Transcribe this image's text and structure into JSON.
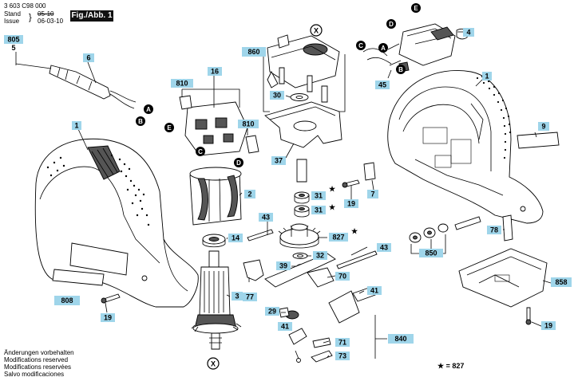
{
  "header": {
    "doc_number": "3 603 C98 000",
    "stand_label": "Stand",
    "issue_label": "Issue",
    "stand_value_old": "05-10",
    "stand_value": "06-03-10",
    "figure_label": "Fig./Abb. 1"
  },
  "footer": {
    "notes": [
      "Änderungen vorbehalten",
      "Modifications reserved",
      "Modifications reservées",
      "Salvo modificaciones"
    ]
  },
  "star_legend": "★ = 827",
  "callout_tags": [
    "805",
    "808",
    "810",
    "810",
    "840",
    "850",
    "858",
    "860"
  ],
  "part_numbers": [
    "1",
    "1",
    "2",
    "3",
    "4",
    "5",
    "6",
    "7",
    "9",
    "14",
    "16",
    "19",
    "19",
    "19",
    "29",
    "30",
    "31",
    "31",
    "32",
    "37",
    "39",
    "41",
    "41",
    "43",
    "43",
    "45",
    "70",
    "71",
    "73",
    "77",
    "78",
    "827"
  ],
  "connector_letters": [
    "A",
    "B",
    "C",
    "D",
    "E",
    "A",
    "B",
    "C",
    "D",
    "E"
  ],
  "cross_marks": [
    "X",
    "X"
  ]
}
